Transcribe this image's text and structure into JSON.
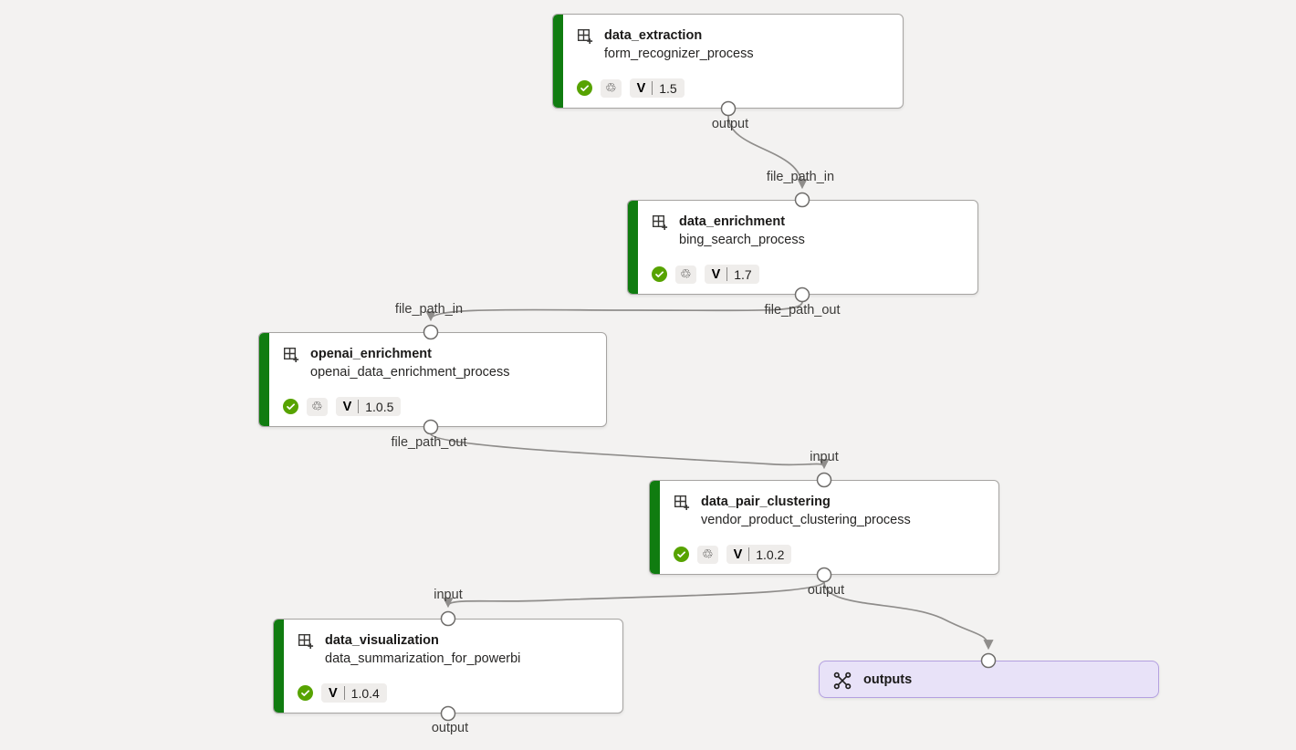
{
  "colors": {
    "canvas_bg": "#f3f2f1",
    "node_accent_green": "#107c10",
    "status_success_green": "#57a300",
    "badge_bg": "#efedeb",
    "edge_gray": "#8f8d8b",
    "outputs_bg": "#e8e2f8",
    "outputs_border": "#b3a0e0"
  },
  "badges": {
    "version_prefix": "V",
    "reuse_glyph": "♲"
  },
  "nodes": [
    {
      "title": "data_extraction",
      "subtitle": "form_recognizer_process",
      "version": "1.5",
      "status": "completed",
      "reused": true,
      "output_label": "output"
    },
    {
      "title": "data_enrichment",
      "subtitle": "bing_search_process",
      "version": "1.7",
      "status": "completed",
      "reused": true,
      "input_label": "file_path_in",
      "output_label": "file_path_out"
    },
    {
      "title": "openai_enrichment",
      "subtitle": "openai_data_enrichment_process",
      "version": "1.0.5",
      "status": "completed",
      "reused": true,
      "input_label": "file_path_in",
      "output_label": "file_path_out"
    },
    {
      "title": "data_pair_clustering",
      "subtitle": "vendor_product_clustering_process",
      "version": "1.0.2",
      "status": "completed",
      "reused": true,
      "input_label": "input",
      "output_label": "output"
    },
    {
      "title": "data_visualization",
      "subtitle": "data_summarization_for_powerbi",
      "version": "1.0.4",
      "status": "completed",
      "reused": false,
      "input_label": "input",
      "output_label": "output"
    }
  ],
  "outputs_node": {
    "label": "outputs"
  },
  "edges": [
    {
      "from": "data_extraction",
      "from_port": "output",
      "to": "data_enrichment",
      "to_port": "file_path_in"
    },
    {
      "from": "data_enrichment",
      "from_port": "file_path_out",
      "to": "openai_enrichment",
      "to_port": "file_path_in"
    },
    {
      "from": "openai_enrichment",
      "from_port": "file_path_out",
      "to": "data_pair_clustering",
      "to_port": "input"
    },
    {
      "from": "data_pair_clustering",
      "from_port": "output",
      "to": "data_visualization",
      "to_port": "input"
    },
    {
      "from": "data_pair_clustering",
      "from_port": "output",
      "to": "outputs",
      "to_port": "input"
    }
  ]
}
